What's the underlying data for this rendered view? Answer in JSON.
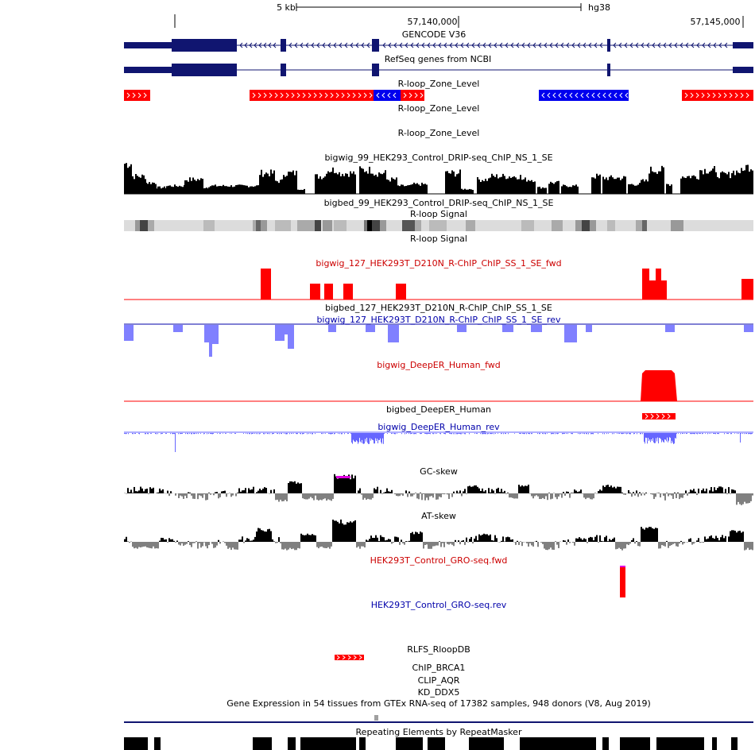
{
  "ruler": {
    "scale_label": "5 kb",
    "assembly": "hg38",
    "positions": [
      "57,140,000",
      "57,145,000"
    ]
  },
  "colors": {
    "gene": "#101570",
    "rloop_fwd": "#ff0000",
    "rloop_rev": "#0000ee",
    "fwd_signal": "#ff0000",
    "rev_signal": "#8080ff",
    "rev_thin": "#6666ff",
    "black": "#000000",
    "grey_skew": "#808080",
    "label_red": "#cc0000",
    "label_blue": "#0000aa",
    "magenta": "#e000e0"
  },
  "tracks": {
    "gencode": {
      "label": "GENCODE V36"
    },
    "refseq": {
      "label": "RefSeq genes from NCBI"
    },
    "rloop_zone_1": {
      "label": "R-loop_Zone_Level"
    },
    "rloop_zone_2": {
      "label": "R-loop_Zone_Level"
    },
    "rloop_zone_3": {
      "label": "R-loop_Zone_Level"
    },
    "drip_bigwig": {
      "label": "bigwig_99_HEK293_Control_DRIP-seq_ChIP_NS_1_SE"
    },
    "drip_bigbed": {
      "label": "bigbed_99_HEK293_Control_DRIP-seq_ChIP_NS_1_SE"
    },
    "rloop_signal_1": {
      "label": "R-loop Signal"
    },
    "rloop_signal_2": {
      "label": "R-loop Signal"
    },
    "rchip_fwd": {
      "label": "bigwig_127_HEK293T_D210N_R-ChIP_ChIP_SS_1_SE_fwd"
    },
    "rchip_bigbed": {
      "label": "bigbed_127_HEK293T_D210N_R-ChIP_ChIP_SS_1_SE"
    },
    "rchip_rev": {
      "label": "bigwig_127_HEK293T_D210N_R-ChIP_ChIP_SS_1_SE_rev"
    },
    "deeper_fwd": {
      "label": "bigwig_DeepER_Human_fwd"
    },
    "deeper_bigbed": {
      "label": "bigbed_DeepER_Human"
    },
    "deeper_rev": {
      "label": "bigwig_DeepER_Human_rev"
    },
    "gc_skew": {
      "label": "GC-skew"
    },
    "at_skew": {
      "label": "AT-skew"
    },
    "gro_fwd": {
      "label": "HEK293T_Control_GRO-seq.fwd"
    },
    "gro_rev": {
      "label": "HEK293T_Control_GRO-seq.rev"
    },
    "rlfs": {
      "label": "RLFS_RloopDB"
    },
    "chip_brca1": {
      "label": "ChIP_BRCA1"
    },
    "clip_aqr": {
      "label": "CLIP_AQR"
    },
    "kd_ddx5": {
      "label": "KD_DDX5"
    },
    "gtex": {
      "label": "Gene Expression in 54 tissues from GTEx RNA-seq of 17382 samples, 948 donors (V8, Aug 2019)"
    },
    "repeatmasker": {
      "label": "Repeating Elements by RepeatMasker"
    }
  }
}
